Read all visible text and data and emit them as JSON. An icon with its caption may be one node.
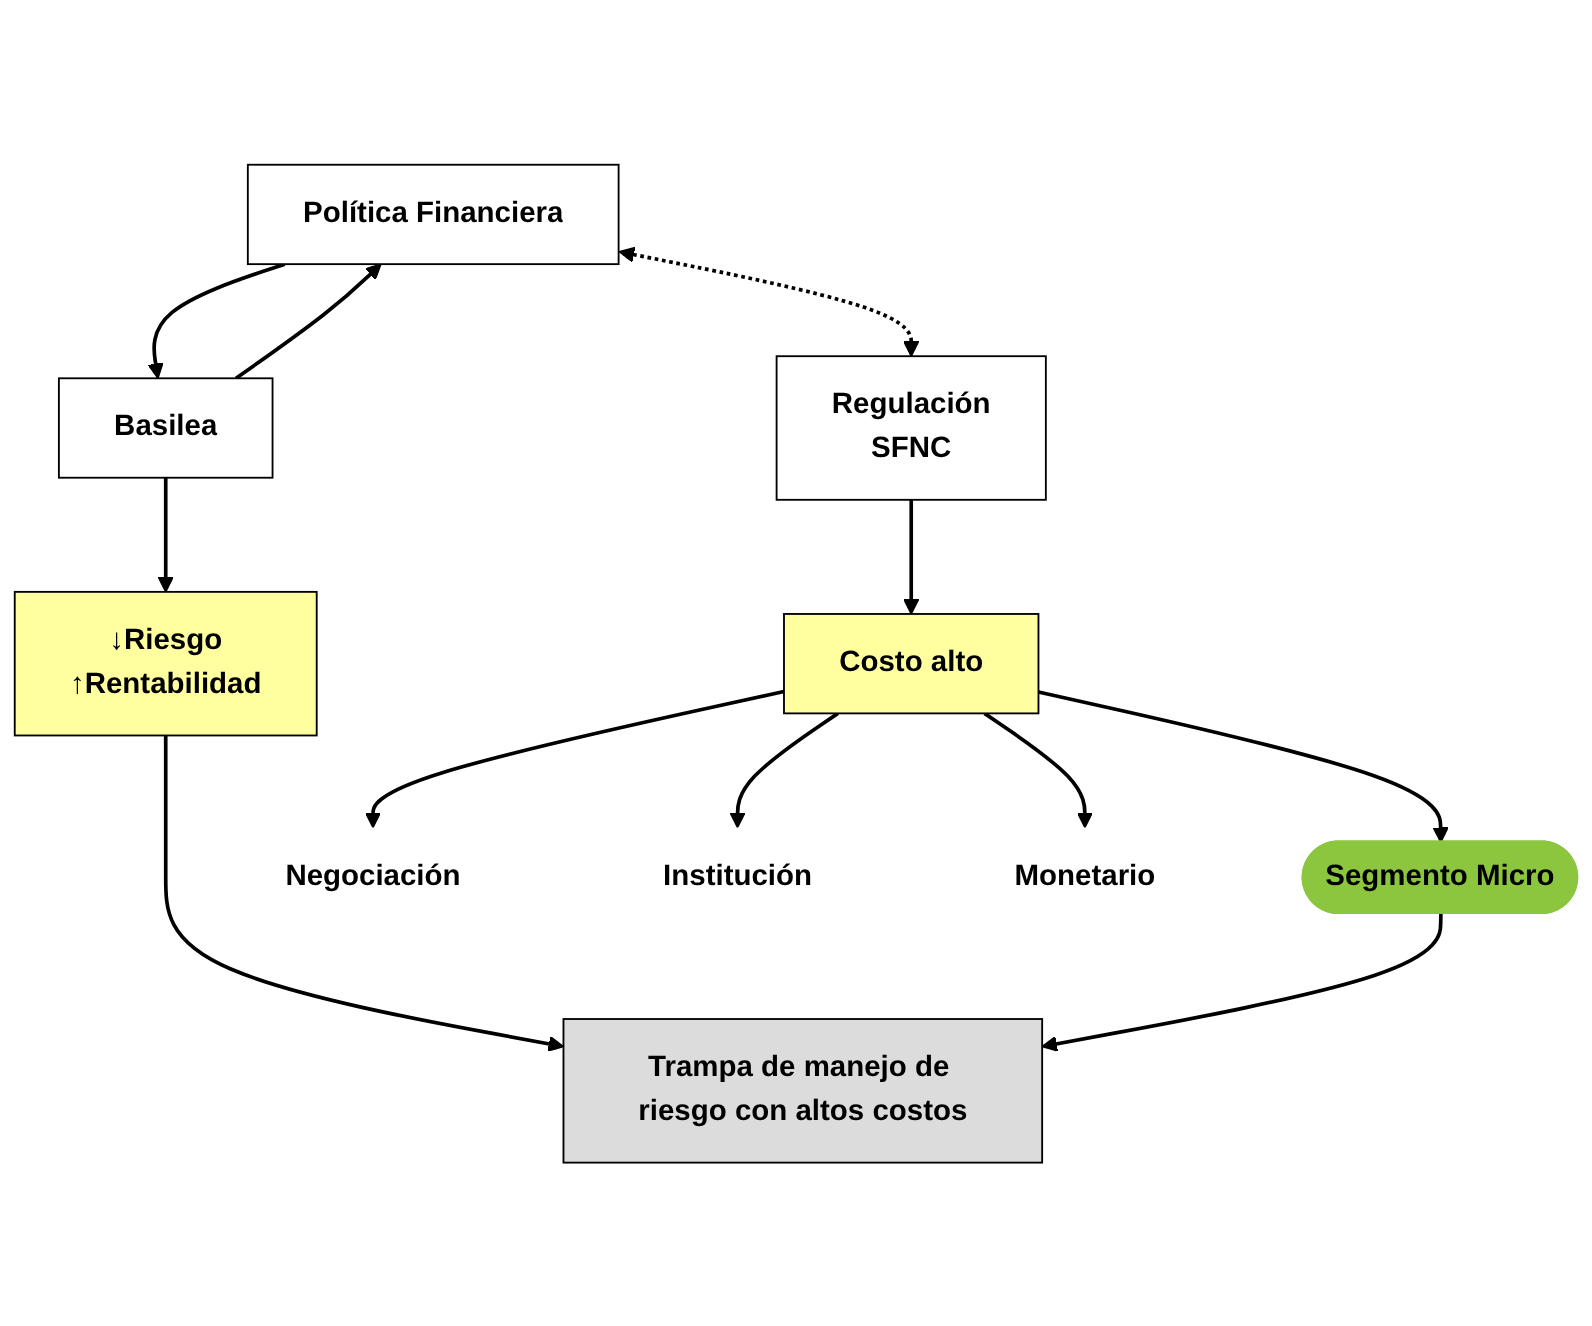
{
  "diagram": {
    "nodes": [
      {
        "text": [
          "Política Financiera"
        ]
      },
      {
        "text": [
          "Basilea"
        ]
      },
      {
        "text": [
          "↓Riesgo",
          "↑Rentabilidad"
        ]
      },
      {
        "text": [
          "Trampa de manejo de riesgo con altos costos"
        ]
      },
      {
        "text": [
          "Segmento Micro"
        ]
      },
      {
        "text": [
          "Regulación",
          "SFNC"
        ]
      },
      {
        "text": [
          "Costo alto"
        ]
      },
      {
        "text": [
          "Negociación"
        ]
      },
      {
        "text": [
          "Institución"
        ]
      },
      {
        "text": [
          "Monetario"
        ]
      }
    ],
    "edges": [
      {
        "from": 0,
        "to": 1,
        "arrow": "to"
      },
      {
        "from": 1,
        "to": 0,
        "arrow": "to"
      },
      {
        "from": 1,
        "to": 2,
        "arrow": "to"
      },
      {
        "from": 2,
        "to": 3,
        "arrow": "to"
      },
      {
        "from": 4,
        "to": 3,
        "arrow": "to"
      },
      {
        "from": 0,
        "to": 5,
        "arrow": "both",
        "style": "dashed"
      },
      {
        "from": 5,
        "to": 6,
        "arrow": "to"
      },
      {
        "from": 6,
        "to": 4,
        "arrow": "to"
      },
      {
        "from": 6,
        "to": 7,
        "arrow": "to"
      },
      {
        "from": 6,
        "to": 8,
        "arrow": "to"
      },
      {
        "from": 6,
        "to": 9,
        "arrow": "to"
      }
    ]
  }
}
